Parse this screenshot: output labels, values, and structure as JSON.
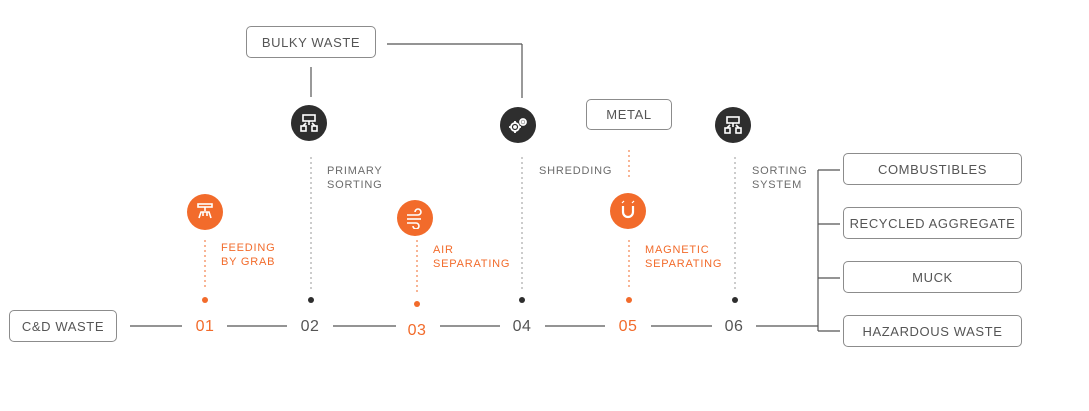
{
  "colors": {
    "accent": "#f26b2b",
    "dark": "#2e2e2e",
    "line": "#555555",
    "text": "#555555"
  },
  "input": "C&D WASTE",
  "bulky": "BULKY WASTE",
  "metal": "METAL",
  "steps": [
    {
      "num": "01",
      "label": "FEEDING\nBY GRAB",
      "color": "orange",
      "icon": "grab-claw-icon"
    },
    {
      "num": "02",
      "label": "PRIMARY\nSORTING",
      "color": "dark",
      "icon": "sorting-icon"
    },
    {
      "num": "03",
      "label": "AIR\nSEPARATING",
      "color": "orange",
      "icon": "air-wind-icon"
    },
    {
      "num": "04",
      "label": "SHREDDING",
      "color": "dark",
      "icon": "gears-icon"
    },
    {
      "num": "05",
      "label": "MAGNETIC\nSEPARATING",
      "color": "orange",
      "icon": "magnet-icon"
    },
    {
      "num": "06",
      "label": "SORTING\nSYSTEM",
      "color": "dark",
      "icon": "sorting-system-icon"
    }
  ],
  "outputs": [
    "COMBUSTIBLES",
    "RECYCLED AGGREGATE",
    "MUCK",
    "HAZARDOUS WASTE"
  ]
}
